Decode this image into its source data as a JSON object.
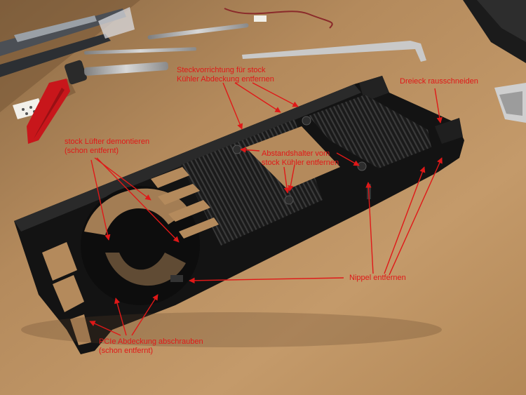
{
  "colors": {
    "annotation": "#e01818",
    "desk": "#b58b5c",
    "plastic": "#151515",
    "handle": "#c8161b"
  },
  "labels": {
    "steck": [
      "Steckvorrichtung für stock",
      "Kühler Abdeckung entfernen"
    ],
    "dreieck": [
      "Dreieck rausschneiden"
    ],
    "luefter": [
      "stock Lüfter demontieren",
      "(schon entfernt)"
    ],
    "abstand": [
      "Abstandshalter vom",
      "stock Kühler entfernen"
    ],
    "nippel": [
      "Nippel entfernen"
    ],
    "pcie": [
      "PCIe Abdeckung abschrauben",
      "(schon entfernt)"
    ]
  }
}
